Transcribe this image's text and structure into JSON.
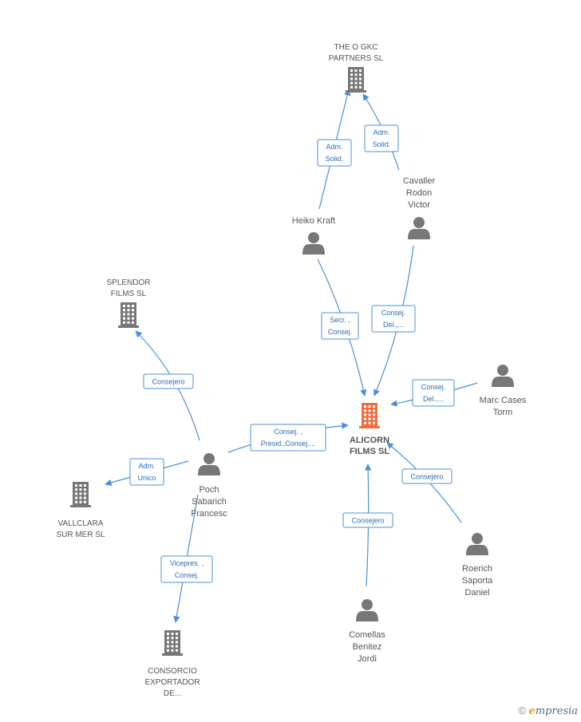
{
  "nodes": [
    {
      "id": "alicorn",
      "type": "company",
      "main": true,
      "lines": [
        "ALICORN",
        "FILMS  SL"
      ]
    },
    {
      "id": "theo",
      "type": "company",
      "lines": [
        "THE O GKC",
        "PARTNERS SL"
      ]
    },
    {
      "id": "heiko",
      "type": "person",
      "lines": [
        "Heiko Kraft"
      ]
    },
    {
      "id": "cavaller",
      "type": "person",
      "lines": [
        "Cavaller",
        "Rodon",
        "Victor"
      ]
    },
    {
      "id": "splendor",
      "type": "company",
      "lines": [
        "SPLENDOR",
        "FILMS SL"
      ]
    },
    {
      "id": "marc",
      "type": "person",
      "lines": [
        "Marc Cases",
        "Torm"
      ]
    },
    {
      "id": "poch",
      "type": "person",
      "lines": [
        "Poch",
        "Sabarich",
        "Francesc"
      ]
    },
    {
      "id": "vallclara",
      "type": "company",
      "lines": [
        "VALLCLARA",
        "SUR MER SL"
      ]
    },
    {
      "id": "roerich",
      "type": "person",
      "lines": [
        "Roerich",
        "Saporta",
        "Daniel"
      ]
    },
    {
      "id": "consorcio",
      "type": "company",
      "lines": [
        "CONSORCIO",
        "EXPORTADOR",
        "DE..."
      ]
    },
    {
      "id": "comellas",
      "type": "person",
      "lines": [
        "Comellas",
        "Benitez",
        "Jordi"
      ]
    }
  ],
  "edges": [
    {
      "from": "heiko",
      "to": "theo",
      "lines": [
        "Adm.",
        "Solid."
      ]
    },
    {
      "from": "cavaller",
      "to": "theo",
      "lines": [
        "Adm.",
        "Solid."
      ]
    },
    {
      "from": "heiko",
      "to": "alicorn",
      "lines": [
        "Secr. ,",
        "Consej."
      ]
    },
    {
      "from": "cavaller",
      "to": "alicorn",
      "lines": [
        "Consej.",
        "Del.,..."
      ]
    },
    {
      "from": "marc",
      "to": "alicorn",
      "lines": [
        "Consej.",
        "Del.,..."
      ]
    },
    {
      "from": "poch",
      "to": "alicorn",
      "lines": [
        "Consej. ,",
        "Presid.,Consej...."
      ]
    },
    {
      "from": "poch",
      "to": "splendor",
      "lines": [
        "Consejero"
      ]
    },
    {
      "from": "poch",
      "to": "vallclara",
      "lines": [
        "Adm.",
        "Unico"
      ]
    },
    {
      "from": "poch",
      "to": "consorcio",
      "lines": [
        "Vicepres. ,",
        "Consej."
      ]
    },
    {
      "from": "roerich",
      "to": "alicorn",
      "lines": [
        "Consejero"
      ]
    },
    {
      "from": "comellas",
      "to": "alicorn",
      "lines": [
        "Consejero"
      ]
    }
  ],
  "brand": {
    "copyright": "©",
    "first_letter": "e",
    "rest": "mpresia"
  },
  "colors": {
    "edge": "#4a90d9",
    "icon": "#777777",
    "main_icon": "#f26b3a"
  }
}
